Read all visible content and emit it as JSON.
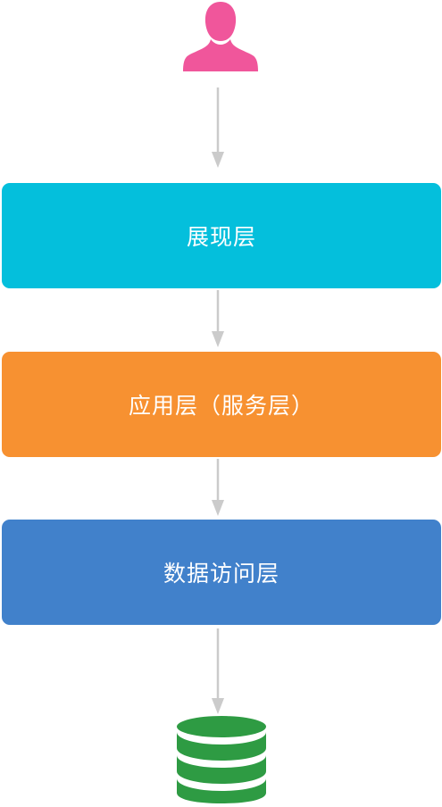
{
  "layers": {
    "presentation": {
      "label": "展现层"
    },
    "application": {
      "label": "应用层（服务层）"
    },
    "data_access": {
      "label": "数据访问层"
    }
  },
  "icons": {
    "top": "user-icon",
    "bottom": "database-icon"
  },
  "colors": {
    "user": "#F0569B",
    "presentation": "#04BFDC",
    "application": "#F79131",
    "data_access": "#4181CB",
    "database": "#2E9B43",
    "arrow": "#CBCBCB"
  }
}
